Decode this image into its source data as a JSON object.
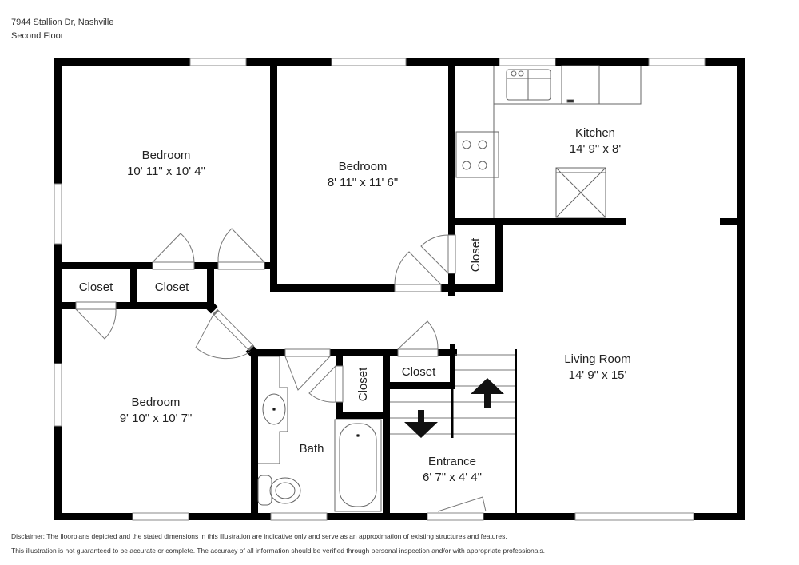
{
  "header": {
    "address": "7944 Stallion Dr, Nashville",
    "floor": "Second Floor"
  },
  "rooms": {
    "bedroom1": {
      "name": "Bedroom",
      "dims": "10' 11\" x 10' 4\""
    },
    "bedroom2": {
      "name": "Bedroom",
      "dims": "8' 11\" x 11' 6\""
    },
    "bedroom3": {
      "name": "Bedroom",
      "dims": "9' 10\" x 10' 7\""
    },
    "kitchen": {
      "name": "Kitchen",
      "dims": "14' 9\" x 8'"
    },
    "living": {
      "name": "Living Room",
      "dims": "14' 9\" x 15'"
    },
    "entrance": {
      "name": "Entrance",
      "dims": "6' 7\" x 4' 4\""
    },
    "bath": {
      "name": "Bath"
    },
    "closet1": {
      "name": "Closet"
    },
    "closet2": {
      "name": "Closet"
    },
    "closet3": {
      "name": "Closet"
    },
    "closet4": {
      "name": "Closet"
    },
    "closet5": {
      "name": "Closet"
    }
  },
  "disclaimer": {
    "line1": "Disclaimer: The floorplans depicted and the stated dimensions in this illustration are indicative only and serve as an approximation of existing structures and features.",
    "line2": "This illustration is not guaranteed to be accurate or complete. The accuracy of all information should be verified through personal inspection and/or with appropriate professionals."
  },
  "colors": {
    "wall": "#000000",
    "fixture": "#555555",
    "background": "#ffffff"
  }
}
